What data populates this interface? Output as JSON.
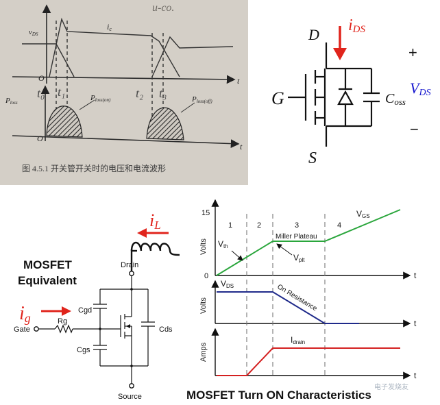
{
  "photo": {
    "labels": {
      "vds": "v",
      "vds_sub": "DS",
      "ic": "i",
      "ic_sub": "c",
      "origin_top": "O",
      "origin_bottom": "O",
      "t_top": "t",
      "t_bottom": "t",
      "ploss": "P",
      "ploss_sub": "loss",
      "t0": "t₀",
      "t1": "t₁",
      "t2": "t₂",
      "t3": "t₃",
      "ploss_on": "P",
      "ploss_on_sub": "loss(on)",
      "ploss_off": "P",
      "ploss_off_sub": "loss(off)",
      "top_scribble": "u-co."
    },
    "caption": "图 4.5.1   开关管开关时的电压和电流波形"
  },
  "symbol": {
    "d": "D",
    "g": "G",
    "s": "S",
    "ids": "i",
    "ids_sub": "DS",
    "coss": "C",
    "coss_sub": "oss",
    "vds": "V",
    "vds_sub": "DS",
    "plus": "+",
    "minus": "−"
  },
  "equivalent": {
    "title_line1": "MOSFET",
    "title_line2": "Equivalent",
    "il": "i",
    "il_sub": "L",
    "ig": "i",
    "ig_sub": "g",
    "drain": "Drain",
    "gate": "Gate",
    "source": "Source",
    "rg": "Rg",
    "cgd": "Cgd",
    "cgs": "Cgs",
    "cds": "Cds"
  },
  "chart": {
    "title": "MOSFET Turn ON Characteristics",
    "watermark": "电子发烧友",
    "regions": [
      "1",
      "2",
      "3",
      "4"
    ],
    "panel1": {
      "ylabel": "Volts",
      "y_top": "15",
      "y_zero": "0",
      "xlabel": "t",
      "vgs": "V",
      "vgs_sub": "GS",
      "vth": "V",
      "vth_sub": "th",
      "vplt": "V",
      "vplt_sub": "plt",
      "miller": "Miller Plateau",
      "color": "#2aa63c"
    },
    "panel2": {
      "ylabel": "Volts",
      "xlabel": "t",
      "vds": "V",
      "vds_sub": "DS",
      "onres": "On Resistance",
      "color": "#1f2a8a"
    },
    "panel3": {
      "ylabel": "Amps",
      "xlabel": "t",
      "idrain": "I",
      "idrain_sub": "drain",
      "color": "#d42020"
    }
  },
  "accent": {
    "red": "#e0241c",
    "blue": "#1a1ad0"
  }
}
